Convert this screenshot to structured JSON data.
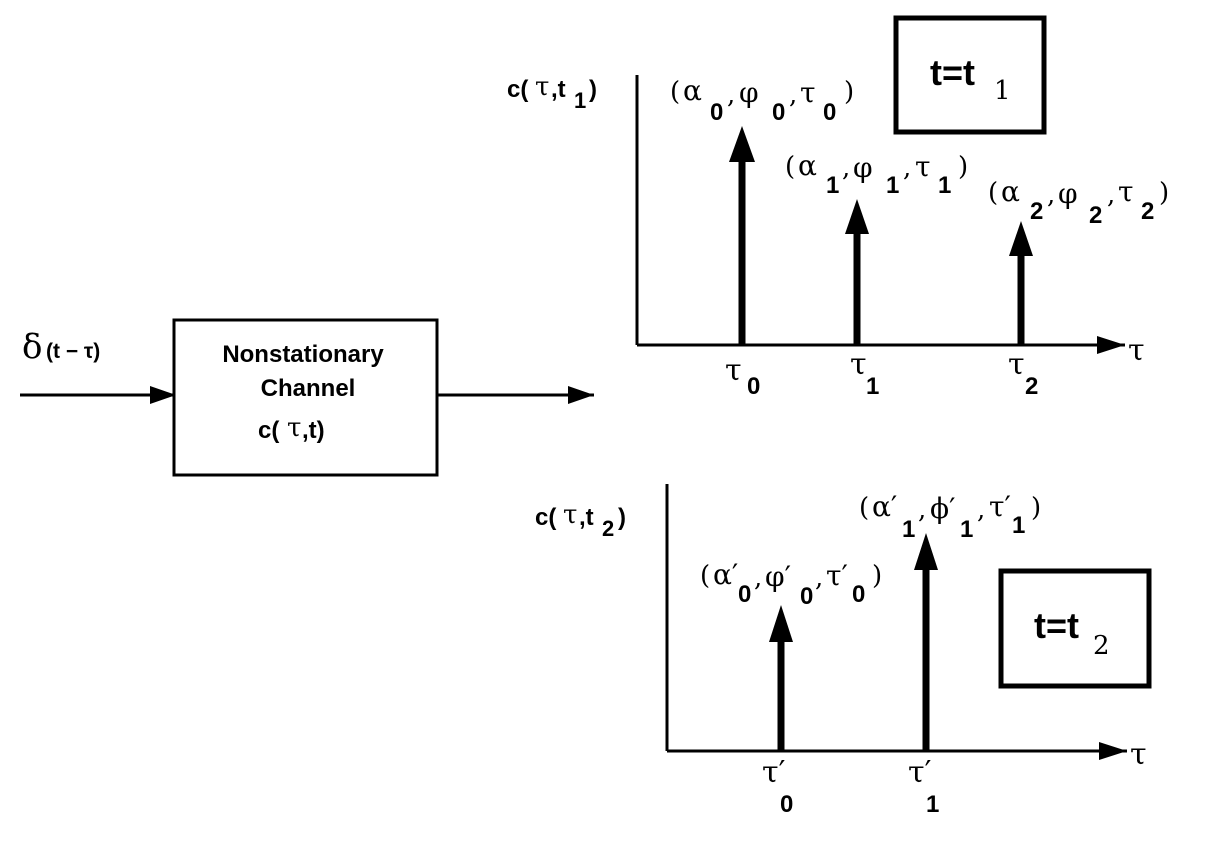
{
  "input": {
    "delta": "δ",
    "args": "(t − τ)"
  },
  "channel_box": {
    "line1": "Nonstationary",
    "line2": "Channel",
    "c": "c(",
    "tau": "τ",
    "tail": ",t)"
  },
  "plot_top": {
    "ylabel": {
      "c": "c(",
      "tau": "τ",
      "t": ",t",
      "sub": "1",
      "close": ")"
    },
    "time_box": {
      "main": "t=t",
      "sub": "1"
    },
    "axis_label": "τ",
    "impulses": [
      {
        "tick": "τ",
        "tick_sub": "0",
        "alpha": "α",
        "phi": "φ",
        "tau": "τ",
        "sub": "0"
      },
      {
        "tick": "τ",
        "tick_sub": "1",
        "alpha": "α",
        "phi": "φ",
        "tau": "τ",
        "sub": "1"
      },
      {
        "tick": "τ",
        "tick_sub": "2",
        "alpha": "α",
        "phi": "φ",
        "tau": "τ",
        "sub": "2"
      }
    ]
  },
  "plot_bottom": {
    "ylabel": {
      "c": "c(",
      "tau": "τ",
      "t": ",t",
      "sub": "2",
      "close": ")"
    },
    "time_box": {
      "main": "t=t",
      "sub": "2"
    },
    "axis_label": "τ",
    "impulses": [
      {
        "tick": "τ′",
        "tick_sub": "0",
        "alpha": "α′",
        "phi": "φ′",
        "tau": "τ′",
        "sub": "0"
      },
      {
        "tick": "τ′",
        "tick_sub": "1",
        "alpha": "α′",
        "phi": "ϕ′",
        "tau": "τ′",
        "sub": "1"
      }
    ]
  }
}
